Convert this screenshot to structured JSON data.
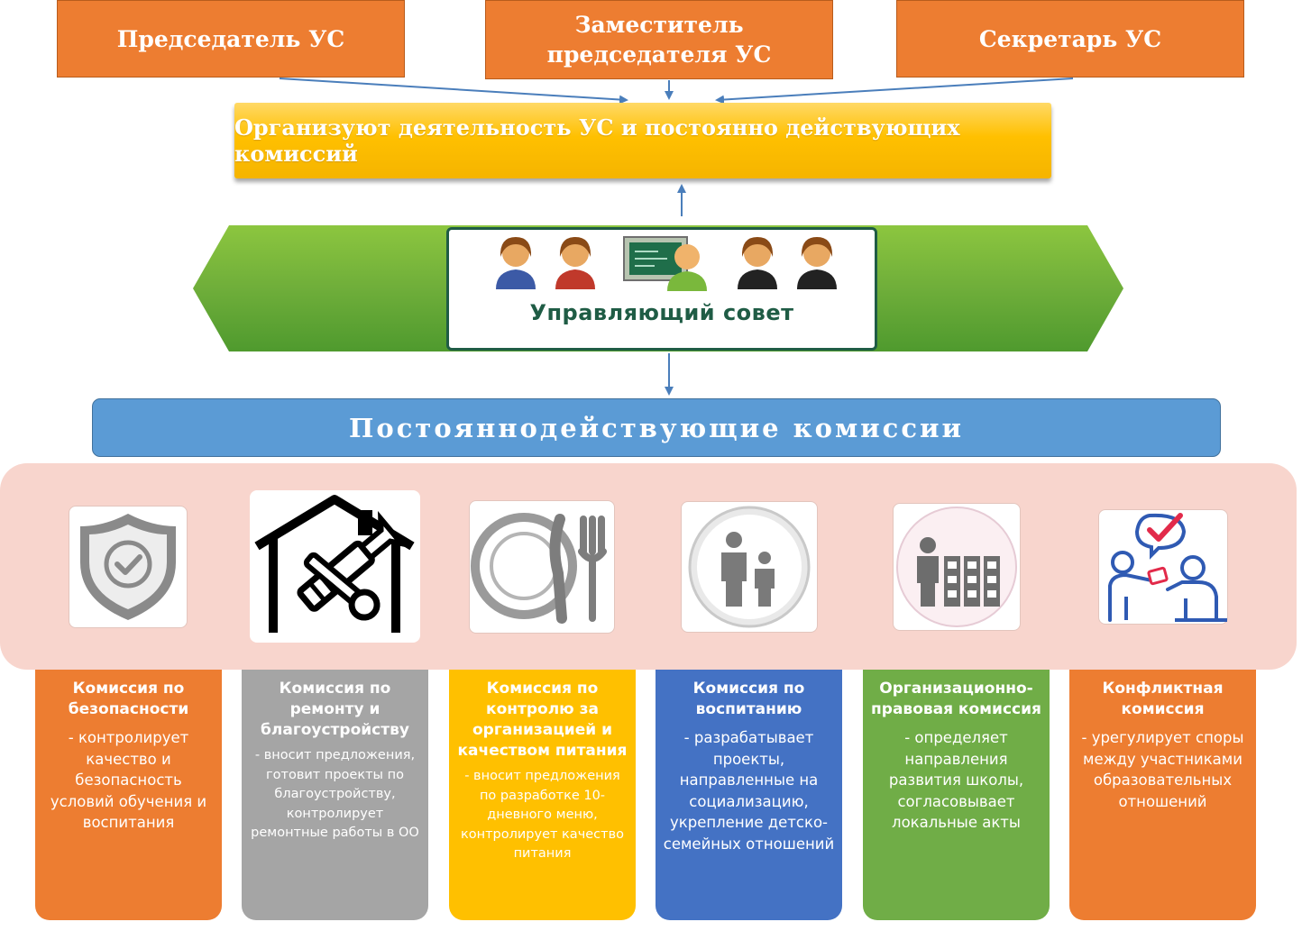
{
  "roles": {
    "chair": "Председатель УС",
    "deputy": "Заместитель председателя УС",
    "secretary": "Секретарь УС"
  },
  "organize_text": "Организуют деятельность УС и постоянно действующих комиссий",
  "council": {
    "label": "Управляющий совет"
  },
  "commissions_title": "Постояннодействующие комиссии",
  "colors": {
    "orange": "#ed7d31",
    "gold": "#ffc000",
    "green": "#70ad47",
    "blue_bar": "#5b9bd5",
    "gray": "#a5a5a5",
    "dark_blue": "#4472c4",
    "panel_pink": "#f8d5cd"
  },
  "commissions": [
    {
      "icon": "shield-check-icon",
      "title": "Комиссия по безопасности",
      "desc": "- контролирует качество и безопасность условий обучения и воспитания",
      "color": "#ed7d31"
    },
    {
      "icon": "house-wrench-icon",
      "title": "Комиссия по ремонту и благоустройству",
      "desc": "- вносит предложения, готовит проекты по благоустройству, контролирует ремонтные работы в ОО",
      "color": "#a5a5a5"
    },
    {
      "icon": "plate-cutlery-icon",
      "title": "Комиссия по контролю за организацией и качеством питания",
      "desc": "- вносит предложения по разработке 10-дневного меню, контролирует качество питания",
      "color": "#ffc000"
    },
    {
      "icon": "parent-child-icon",
      "title": "Комиссия по воспитанию",
      "desc": "- разрабатывает проекты, направленные на социализацию, укрепление детско-семейных отношений",
      "color": "#4472c4"
    },
    {
      "icon": "person-documents-icon",
      "title": "Организационно-правовая комиссия",
      "desc": "- определяет направления развития школы, согласовывает локальные акты",
      "color": "#70ad47"
    },
    {
      "icon": "conflict-resolution-icon",
      "title": "Конфликтная комиссия",
      "desc": "- урегулирует споры между участниками образовательных отношений",
      "color": "#ed7d31"
    }
  ]
}
